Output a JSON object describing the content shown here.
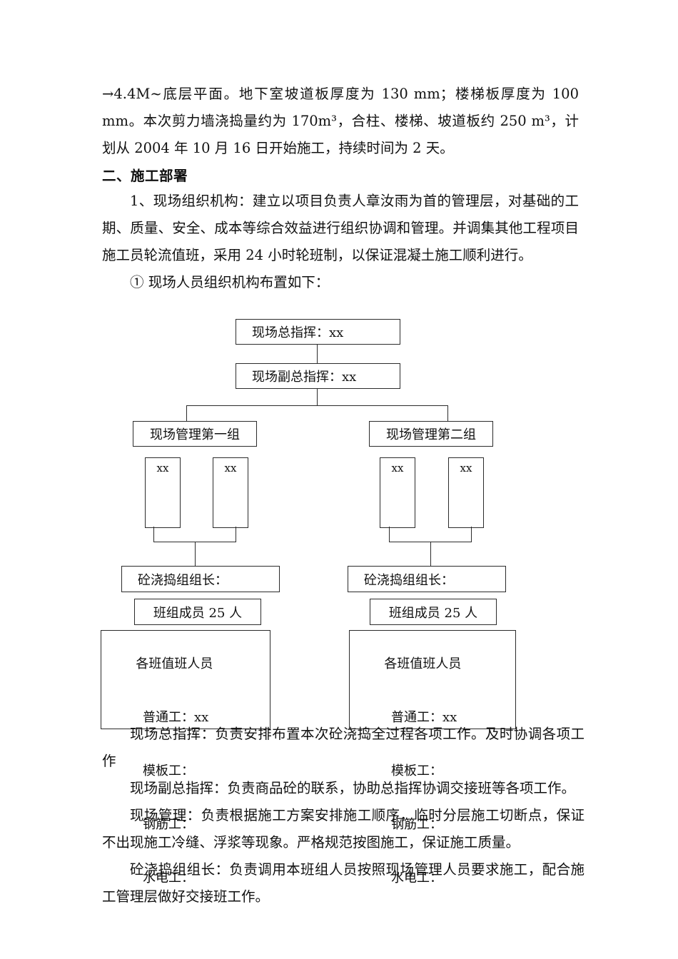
{
  "document": {
    "paragraphs": {
      "intro": "→4.4M~底层平面。地下室坡道板厚度为 130 mm；楼梯板厚度为 100 mm。本次剪力墙浇捣量约为 170m³，合柱、楼梯、坡道板约 250 m³，计划从 2004 年 10 月 16 日开始施工，持续时间为 2 天。",
      "section_heading": "二、施工部署",
      "item1": "1、现场组织机构：建立以项目负责人章汝雨为首的管理层，对基础的工期、质量、安全、成本等综合效益进行组织协调和管理。并调集其他工程项目施工员轮流值班，采用 24 小时轮班制，以保证混凝土施工顺利进行。",
      "item1_sub": "① 现场人员组织机构布置如下：",
      "role_1": "现场总指挥：负责安排布置本次砼浇捣全过程各项工作。及时协调各项工作",
      "role_2": "现场副总指挥：负责商品砼的联系，协助总指挥协调交接班等各项工作。",
      "role_3": "现场管理：负责根据施工方案安排施工顺序，临时分层施工切断点，保证不出现施工冷缝、浮浆等现象。严格规范按图施工，保证施工质量。",
      "role_4": "砼浇捣组组长：负责调用本班组人员按照现场管理人员要求施工，配合施工管理层做好交接班工作。"
    }
  },
  "org_chart": {
    "commander": "现场总指挥：xx",
    "deputy_commander": "现场副总指挥：xx",
    "group_left": "现场管理第一组",
    "group_right": "现场管理第二组",
    "member_l1": "xx",
    "member_l2": "xx",
    "member_r1": "xx",
    "member_r2": "xx",
    "leader_left": "砼浇捣组组长：",
    "leader_right": "砼浇捣组组长：",
    "team_left": "班组成员 25 人",
    "team_right": "班组成员 25 人",
    "detail_left": {
      "title": "各班值班人员",
      "line1": "普通工：xx",
      "line2": "模板工：",
      "line3": "钢筋工：",
      "line4": "水电工："
    },
    "detail_right": {
      "title": "各班值班人员",
      "line1": "普通工：xx",
      "line2": "模板工：",
      "line3": "钢筋工：",
      "line4": "水电工："
    }
  },
  "colors": {
    "ink": "#111111",
    "line": "#2b2b2b",
    "paper": "#ffffff"
  }
}
